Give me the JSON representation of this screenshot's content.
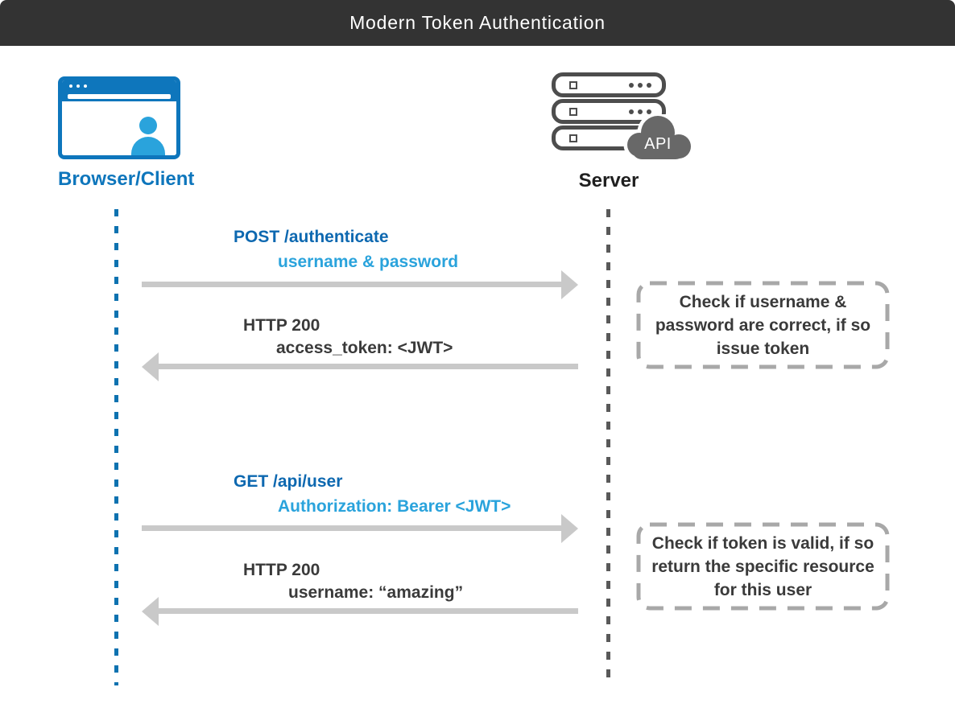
{
  "header": {
    "title": "Modern Token Authentication"
  },
  "actors": {
    "client": {
      "label": "Browser/Client",
      "icon": "browser-window-with-user-icon"
    },
    "server": {
      "label": "Server",
      "badge": "API",
      "icon": "server-stack-with-api-cloud-icon"
    }
  },
  "messages": [
    {
      "id": "post-authenticate",
      "direction": "right",
      "line1": "POST /authenticate",
      "line2": "username & password"
    },
    {
      "id": "http200-access-token",
      "direction": "left",
      "line1": "HTTP 200",
      "line2": "access_token: <JWT>"
    },
    {
      "id": "get-api-user",
      "direction": "right",
      "line1": "GET /api/user",
      "line2": "Authorization: Bearer <JWT>"
    },
    {
      "id": "http200-username",
      "direction": "left",
      "line1": "HTTP 200",
      "line2": "username: “amazing”"
    }
  ],
  "notes": [
    {
      "text": "Check if username & password are correct, if so issue token"
    },
    {
      "text": "Check if token is valid, if so return the specific resource for this user"
    }
  ],
  "colors": {
    "header_bg": "#333333",
    "header_text": "#ffffff",
    "client_blue": "#0e76bc",
    "light_blue": "#2aa3dc",
    "request_text": "#0d68b0",
    "response_text": "#3a3a3a",
    "arrow_gray": "#c9c9c9",
    "server_icon_gray": "#4d4d4d",
    "cloud_gray": "#686868",
    "note_border_gray": "#a8a8a8",
    "client_lifeline_blue": "#0e72b0",
    "server_lifeline_gray": "#595959",
    "server_label_dark": "#1f1f1f"
  }
}
